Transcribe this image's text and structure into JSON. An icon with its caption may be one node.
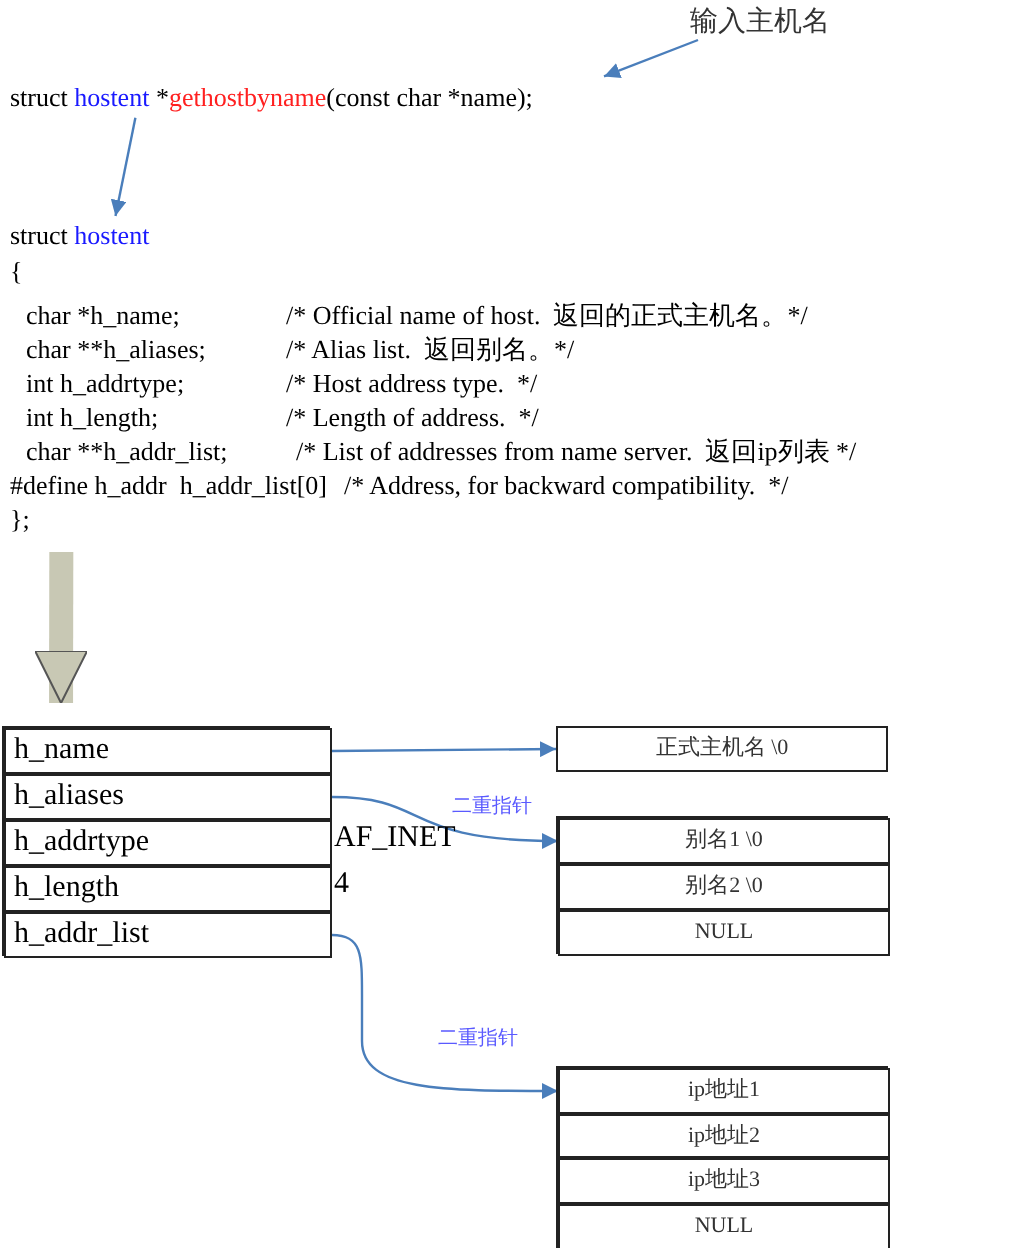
{
  "diagram": {
    "nodes": [
      {
        "text": [
          "输入主机名"
        ]
      },
      {
        "text": [
          "struct",
          "hostent",
          "*",
          "gethostbyname",
          "(const char *name);"
        ]
      },
      {
        "text": [
          "struct",
          "hostent",
          "{",
          "char *h_name;",
          "/* Official name of host.  返回的正式主机名。*/",
          "char **h_aliases;",
          "/* Alias list.  返回别名。*/",
          "int h_addrtype;",
          "/* Host address type.  */",
          "int h_length;",
          "/* Length of address.  */",
          "char **h_addr_list;",
          "/* List of addresses from name server.  返回ip列表 */",
          "#define h_addr  h_addr_list[0]",
          "/* Address, for backward compatibility.  */",
          "};"
        ]
      },
      {
        "text": [],
        "shape": "box"
      },
      {
        "text": [
          "h_name"
        ],
        "in": 3
      },
      {
        "text": [
          "h_aliases"
        ],
        "in": 3
      },
      {
        "text": [
          "h_addrtype"
        ],
        "in": 3,
        "beside": [
          "AF_INET"
        ]
      },
      {
        "text": [
          "h_length"
        ],
        "in": 3,
        "beside": [
          "4"
        ]
      },
      {
        "text": [
          "h_addr_list"
        ],
        "in": 3
      },
      {
        "text": [
          "正式主机名 \\0"
        ]
      },
      {
        "text": [],
        "shape": "box"
      },
      {
        "text": [
          "别名1 \\0"
        ],
        "in": 10
      },
      {
        "text": [
          "别名2 \\0"
        ],
        "in": 10
      },
      {
        "text": [
          "NULL"
        ],
        "in": 10
      },
      {
        "text": [],
        "shape": "box"
      },
      {
        "text": [
          "ip地址1"
        ],
        "in": 14
      },
      {
        "text": [
          "ip地址2"
        ],
        "in": 14
      },
      {
        "text": [
          "ip地址3"
        ],
        "in": 14
      },
      {
        "text": [
          "NULL"
        ],
        "in": 14
      }
    ],
    "edges": [
      {
        "from": 0,
        "to": 1,
        "arrow": "to"
      },
      {
        "from": 1,
        "to": 2,
        "arrow": "to"
      },
      {
        "from": 2,
        "to": 3,
        "arrow": "to",
        "style": "thick",
        "color": "#c8c8b4"
      },
      {
        "from": 4,
        "to": 9,
        "arrow": "to"
      },
      {
        "from": 5,
        "to": 11,
        "arrow": "to",
        "label": "二重指针"
      },
      {
        "from": 8,
        "to": 15,
        "arrow": "to",
        "label": "二重指针"
      }
    ]
  }
}
